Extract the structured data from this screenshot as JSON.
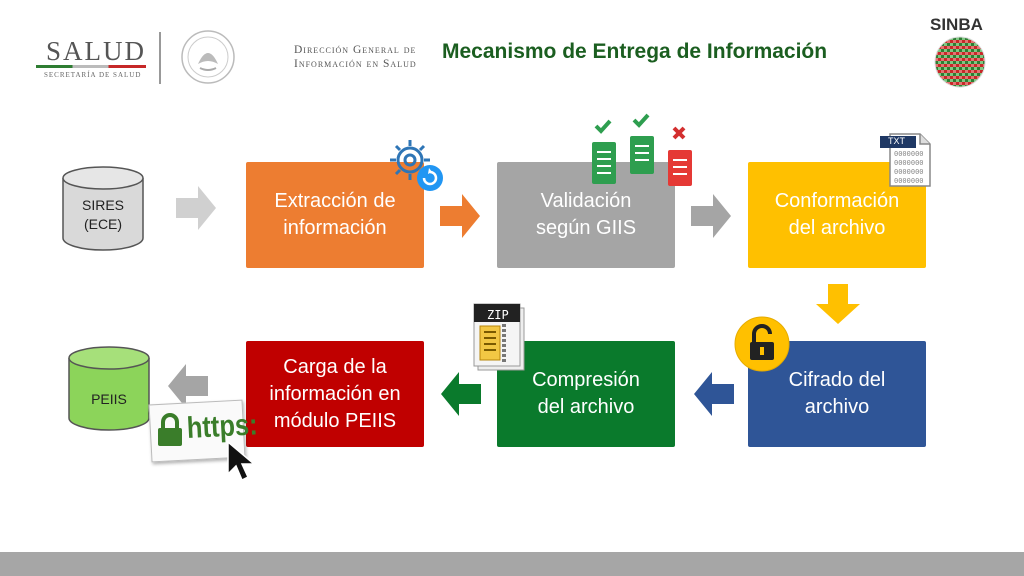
{
  "header": {
    "salud": "SALUD",
    "salud_sub": "SECRETARÍA DE SALUD",
    "dg_line1": "Dirección General de",
    "dg_line2": "Información en Salud",
    "title": "Mecanismo de Entrega de Información",
    "sinba": "SINBA"
  },
  "sources": {
    "sires": "SIRES\n(ECE)",
    "peiis": "PEIIS"
  },
  "steps": [
    {
      "label": "Extracción de\ninformación",
      "color": "#ed7d31"
    },
    {
      "label": "Validación\nsegún GIIS",
      "color": "#a5a5a5"
    },
    {
      "label": "Conformación\ndel archivo",
      "color": "#ffc000"
    },
    {
      "label": "Cifrado del\narchivo",
      "color": "#2f5597"
    },
    {
      "label": "Compresión\ndel archivo",
      "color": "#0a7a2c"
    },
    {
      "label": "Carga de la\ninformación en\nmódulo PEIIS",
      "color": "#c00000"
    }
  ],
  "icons": {
    "gear": "gear-icon",
    "validation": "document-check-icon",
    "txt_file": "txt-file-icon",
    "lock": "unlocked-padlock-icon",
    "zip": "zip-archive-icon",
    "https": "https-lock-icon",
    "cursor": "mouse-pointer-icon"
  },
  "file_labels": {
    "txt": "TXT",
    "zip": "ZIP"
  },
  "https_text": "https:"
}
